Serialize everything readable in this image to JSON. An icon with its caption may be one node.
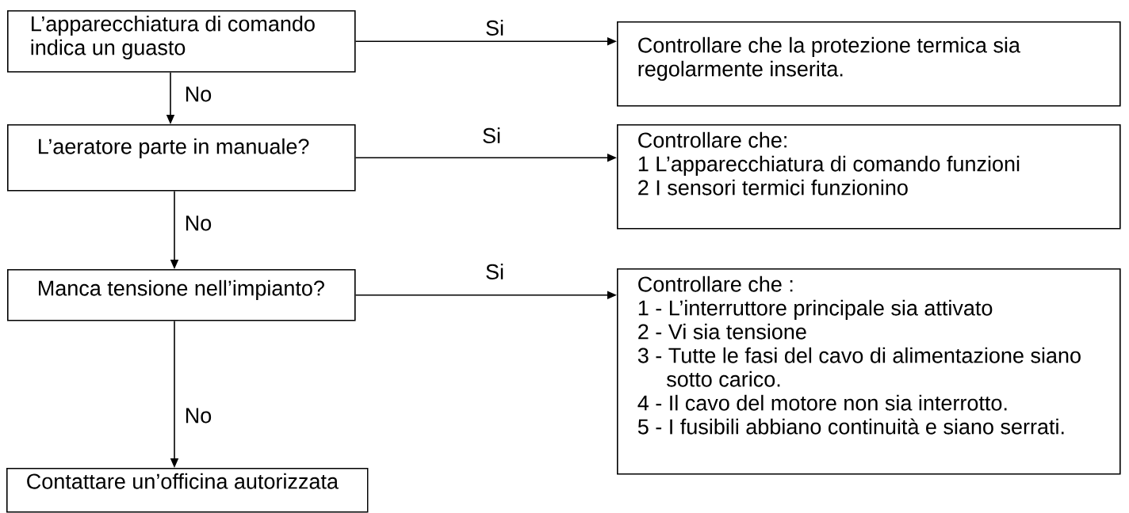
{
  "diagram": {
    "nodes": [
      {
        "text": [
          "L’apparecchiatura di comando indica un guasto"
        ]
      },
      {
        "text": [
          "Controllare che la protezione termica sia regolarmente inserita."
        ]
      },
      {
        "text": [
          "L’aeratore parte in manuale?"
        ]
      },
      {
        "text": [
          "Controllare che:",
          "1  L’apparecchiatura di comando funzioni",
          "2  I sensori termici funzionino"
        ]
      },
      {
        "text": [
          "Manca tensione nell’impianto?"
        ]
      },
      {
        "text": [
          "Controllare che :",
          "1 - L’interruttore principale sia attivato",
          "2 - Vi sia tensione",
          "3 - Tutte le fasi del cavo di alimentazione siano sotto carico.",
          "4 - Il cavo del motore non sia interrotto.",
          "5 - I fusibili abbiano continuità e siano serrati."
        ]
      },
      {
        "text": [
          "Contattare un’officina autorizzata"
        ]
      }
    ],
    "edges": [
      {
        "from": 0,
        "to": 1,
        "arrow": "to",
        "label": "Si"
      },
      {
        "from": 0,
        "to": 2,
        "arrow": "to",
        "label": "No"
      },
      {
        "from": 2,
        "to": 3,
        "arrow": "to",
        "label": "Si"
      },
      {
        "from": 2,
        "to": 4,
        "arrow": "to",
        "label": "No"
      },
      {
        "from": 4,
        "to": 5,
        "arrow": "to",
        "label": "Si"
      },
      {
        "from": 4,
        "to": 6,
        "arrow": "to",
        "label": "No"
      }
    ]
  }
}
